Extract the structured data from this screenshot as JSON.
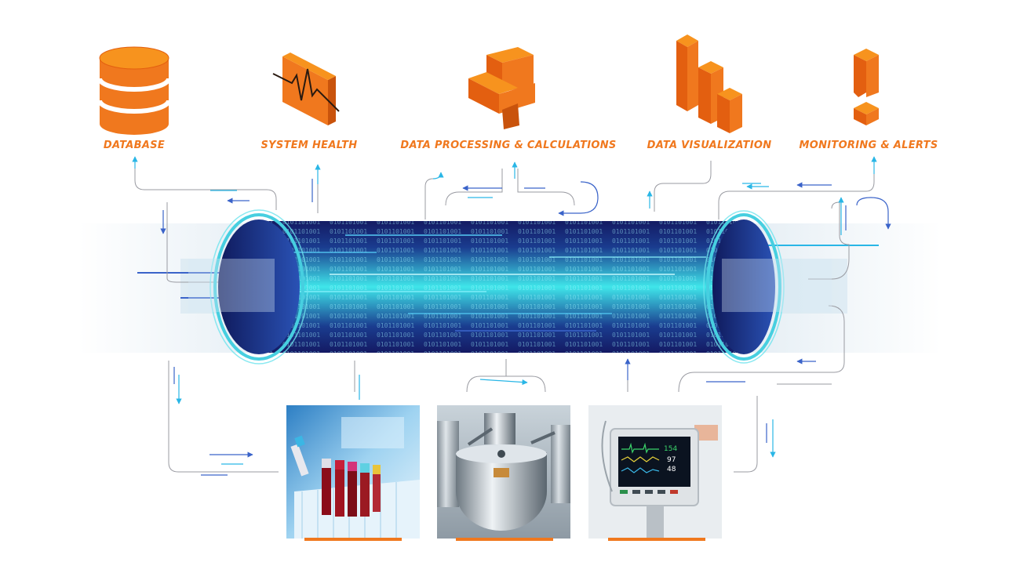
{
  "nodes": [
    {
      "id": "database",
      "label": "DATABASE",
      "icon": "database-icon"
    },
    {
      "id": "system-health",
      "label": "SYSTEM HEALTH",
      "icon": "system-health-icon"
    },
    {
      "id": "data-processing",
      "label": "DATA PROCESSING & CALCULATIONS",
      "icon": "data-processing-icon"
    },
    {
      "id": "data-visualization",
      "label": "DATA VISUALIZATION",
      "icon": "bar-chart-icon"
    },
    {
      "id": "monitoring-alerts",
      "label": "MONITORING & ALERTS",
      "icon": "alert-icon"
    }
  ],
  "sources": [
    {
      "id": "lab-samples",
      "icon": "test-tubes-photo"
    },
    {
      "id": "bioreactor",
      "icon": "bioreactor-photo"
    },
    {
      "id": "patient-monitor",
      "icon": "patient-monitor-photo"
    }
  ],
  "monitor": {
    "value1": "154",
    "value2": "97",
    "value3": "48"
  },
  "colors": {
    "accent": "#f0781e",
    "icon_light": "#f7931e",
    "icon_dark": "#e35f10",
    "pipe_dark": "#141a63",
    "pipe_glow": "#35e0e8",
    "line": "#9a9ba2",
    "arrow_cyan": "#29b6e6",
    "arrow_blue": "#3a63c9"
  }
}
